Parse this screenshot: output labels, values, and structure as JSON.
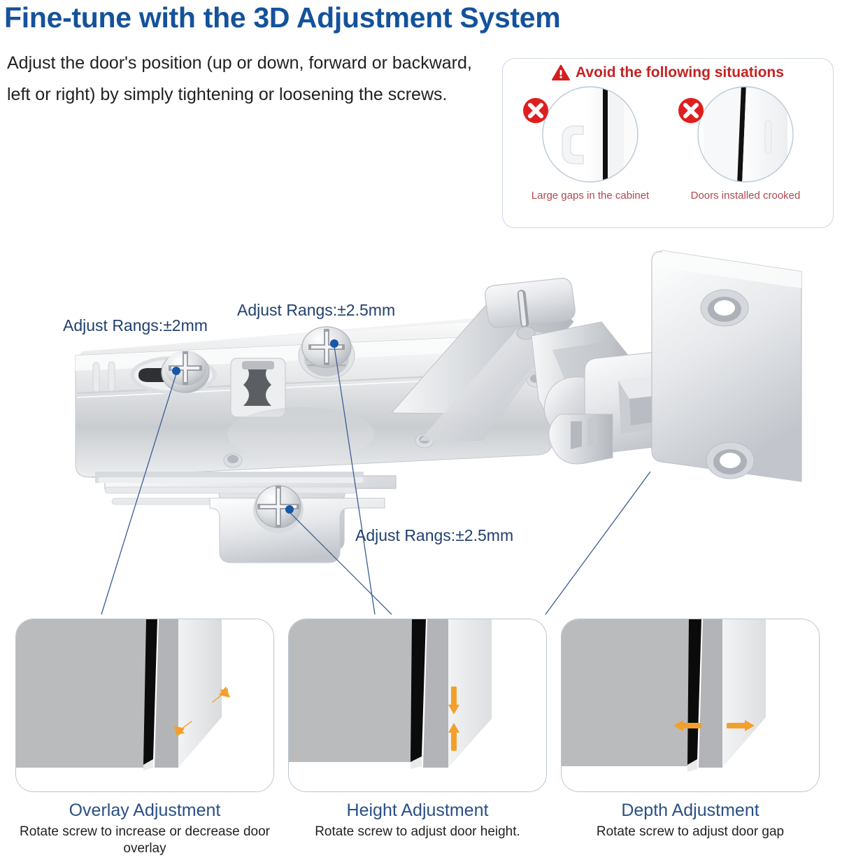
{
  "header": {
    "title": "Fine-tune with the 3D Adjustment System",
    "intro": "Adjust the door's position (up or down, forward or backward, left or right) by simply tightening or loosening the screws.",
    "title_color": "#14529B"
  },
  "warning_card": {
    "heading": "Avoid the following situations",
    "heading_color": "#C32222",
    "icon": "warning-triangle-icon",
    "items": [
      {
        "badge": "red-x-icon",
        "caption": "Large gaps in the cabinet"
      },
      {
        "badge": "red-x-icon",
        "caption": "Doors installed crooked"
      }
    ],
    "caption_color": "#B0484F"
  },
  "hero": {
    "product": "concealed-cabinet-hinge",
    "callouts": [
      {
        "id": "overlay",
        "label": "Adjust Rangs:±2mm"
      },
      {
        "id": "height",
        "label": "Adjust Rangs:±2.5mm"
      },
      {
        "id": "depth",
        "label": "Adjust Rangs:±2.5mm"
      }
    ],
    "leader_color": "#3A5E93",
    "marker_color": "#1657A8"
  },
  "panels": [
    {
      "id": "overlay",
      "title": "Overlay Adjustment",
      "desc": "Rotate screw to increase or decrease door overlay",
      "arrows": "diagonal-double-arrow",
      "arrow_color": "#F2A02B"
    },
    {
      "id": "height",
      "title": "Height Adjustment",
      "desc": "Rotate screw to adjust door height.",
      "arrows": "vertical-double-arrow",
      "arrow_color": "#F2A02B"
    },
    {
      "id": "depth",
      "title": "Depth Adjustment",
      "desc": "Rotate screw to adjust door gap",
      "arrows": "horizontal-double-arrow",
      "arrow_color": "#F2A02B"
    }
  ]
}
